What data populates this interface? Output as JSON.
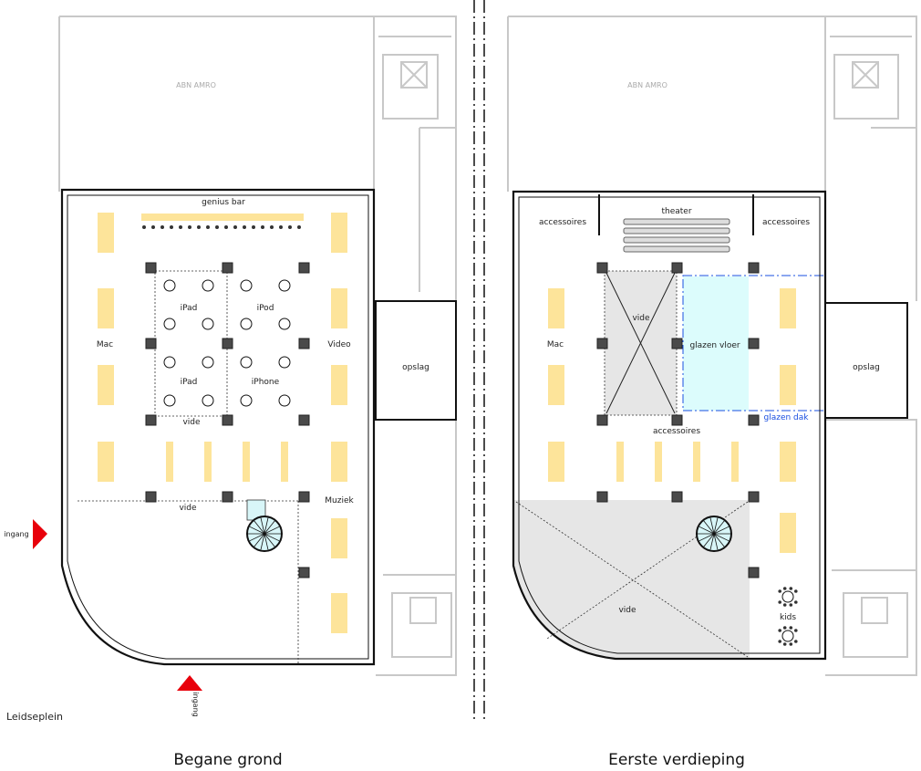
{
  "plans": {
    "ground": {
      "title": "Begane grond",
      "building_label": "ABN AMRO",
      "labels": {
        "genius_bar": "genius bar",
        "ipad_top": "iPad",
        "ipod": "iPod",
        "ipad_bottom": "iPad",
        "iphone": "iPhone",
        "vide_center": "vide",
        "mac": "Mac",
        "video": "Video",
        "muziek": "Muziek",
        "vide_lower": "vide",
        "opslag": "opslag"
      },
      "entrances": {
        "left": "ingang",
        "bottom": "ingang"
      },
      "street": "Leidseplein"
    },
    "first": {
      "title": "Eerste verdieping",
      "building_label": "ABN AMRO",
      "labels": {
        "accessoires_left": "accessoires",
        "theater": "theater",
        "accessoires_right": "accessoires",
        "vide_center": "vide",
        "glazen_vloer": "glazen vloer",
        "glazen_dak": "glazen dak",
        "accessoires_center": "accessoires",
        "mac": "Mac",
        "vide_lower": "vide",
        "opslag": "opslag",
        "kids": "kids"
      }
    }
  },
  "colors": {
    "table": "#fde49a",
    "entrance": "#e8000b",
    "glass_floor": "#dcfcfc",
    "glass_roof": "#1a4fe0",
    "void": "#e6e6e6",
    "stair": "#d8f6f8"
  }
}
